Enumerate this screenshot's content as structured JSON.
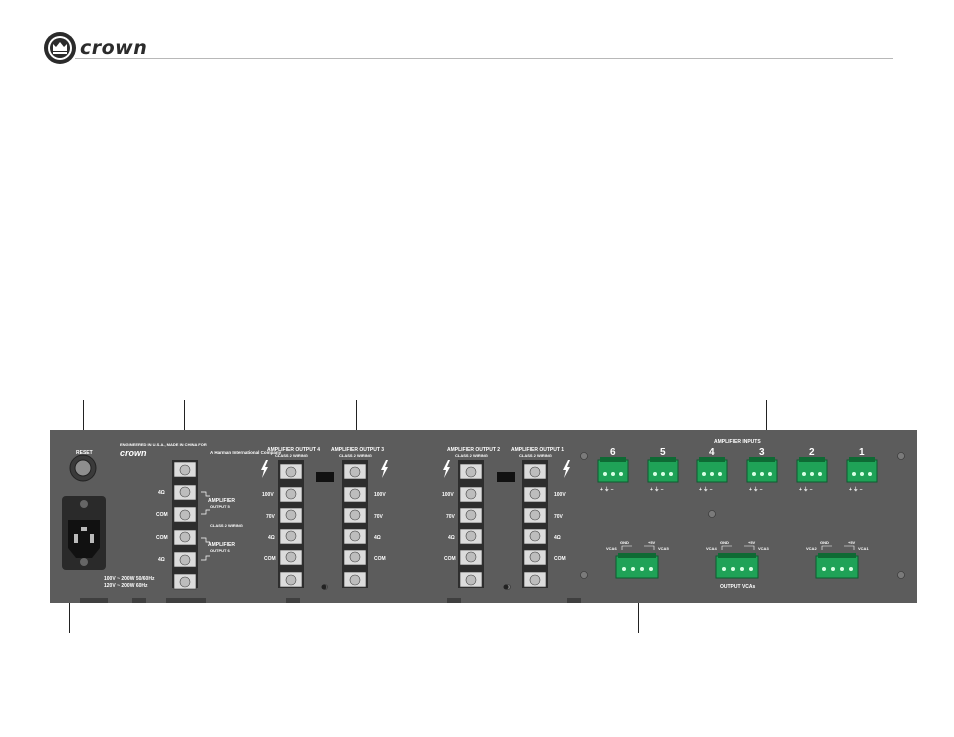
{
  "header": {
    "brand": "crown",
    "logo_icon": "crown-logo-icon"
  },
  "panel": {
    "reset_label": "RESET",
    "engineered_text": "ENGINEERED IN U.S.A., MADE IN CHINA FOR",
    "brand_small": "crown",
    "harman_text": "A Harman International Company",
    "power_spec_1": "100V ~ 200W  50/60Hz",
    "power_spec_2": "120V ~ 200W  60Hz",
    "amp_out_5": {
      "title": "AMPLIFIER",
      "subtitle": "OUTPUT 5"
    },
    "amp_out_6": {
      "title": "AMPLIFIER",
      "subtitle": "OUTPUT 6"
    },
    "class2_wiring": "CLASS 2 WIRING",
    "left_term_labels": [
      "4Ω",
      "COM",
      "COM",
      "4Ω"
    ],
    "amp_out_4": {
      "title": "AMPLIFIER OUTPUT 4",
      "subtitle": "CLASS 2 WIRING"
    },
    "amp_out_3": {
      "title": "AMPLIFIER OUTPUT 3",
      "subtitle": "CLASS 2 WIRING"
    },
    "amp_out_2": {
      "title": "AMPLIFIER OUTPUT 2",
      "subtitle": "CLASS 2 WIRING"
    },
    "amp_out_1": {
      "title": "AMPLIFIER OUTPUT 1",
      "subtitle": "CLASS 2 WIRING"
    },
    "tap_labels": [
      "100V",
      "70V",
      "4Ω",
      "COM"
    ],
    "amp_inputs_label": "AMPLIFIER    INPUTS",
    "input_numbers": [
      "6",
      "5",
      "4",
      "3",
      "2",
      "1"
    ],
    "input_pins": "+  ⏚  −",
    "vca_block_1": {
      "left": "VCA6",
      "mid": "GND",
      "right": "+5V",
      "far": "VCA5"
    },
    "vca_block_2": {
      "left": "VCA4",
      "mid": "GND",
      "right": "+5V",
      "far": "VCA3"
    },
    "vca_block_3": {
      "left": "VCA2",
      "mid": "GND",
      "right": "+5V",
      "far": "VCA1"
    },
    "output_vcas": "OUTPUT    VCAs"
  },
  "colors": {
    "panel": "#5c5c5c",
    "connector_green": "#1fa257",
    "terminal": "#d9d9d9",
    "callout": "#222222"
  }
}
